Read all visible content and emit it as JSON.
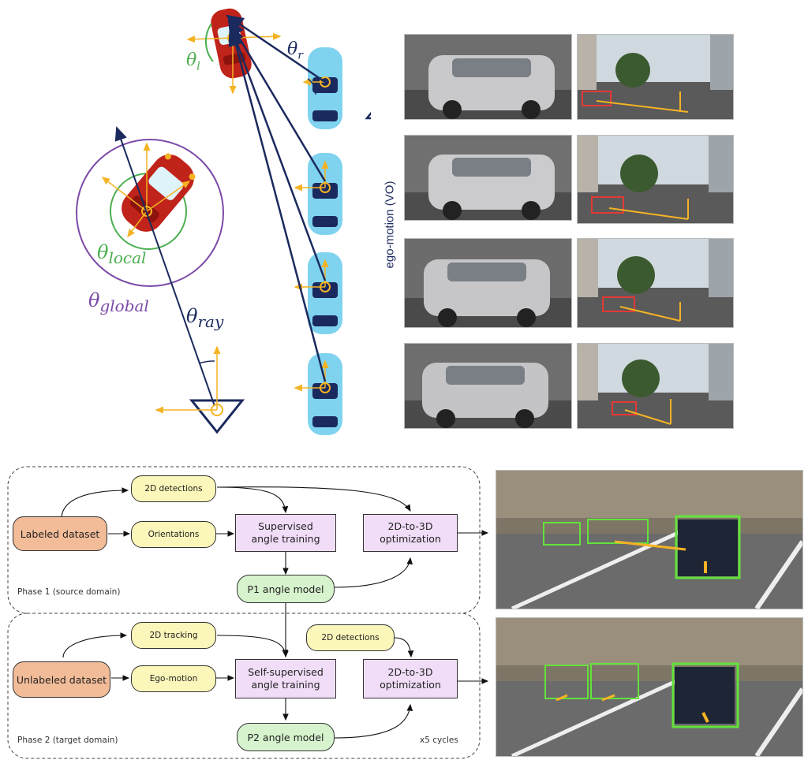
{
  "geometry": {
    "theta_l": {
      "base": "θ",
      "sub": "l"
    },
    "theta_r": {
      "base": "θ",
      "sub": "r"
    },
    "theta_local": {
      "base": "θ",
      "sub": "local"
    },
    "theta_global": {
      "base": "θ",
      "sub": "global"
    },
    "theta_ray": {
      "base": "θ",
      "sub": "ray"
    },
    "ego_motion_label": "ego-motion (VO)",
    "colors": {
      "navy": "#1b2a5e",
      "green": "#4caf50",
      "purple": "#7b4aa8",
      "orange": "#f5b323",
      "red_car": "#c0231a",
      "blue_car": "#7fd3ef"
    }
  },
  "pipeline": {
    "phase1": {
      "label": "Phase 1 (source domain)",
      "labeled_dataset": "Labeled dataset",
      "detections_2d": "2D detections",
      "orientations": "Orientations",
      "supervised_training": "Supervised\nangle training",
      "optimization": "2D-to-3D\noptimization",
      "model": "P1 angle model"
    },
    "phase2": {
      "label": "Phase 2 (target domain)",
      "unlabeled_dataset": "Unlabeled dataset",
      "tracking_2d": "2D tracking",
      "ego_motion": "Ego-motion",
      "self_supervised_training": "Self-supervised\nangle training",
      "detections_2d": "2D detections",
      "optimization": "2D-to-3D\noptimization",
      "model": "P2 angle model",
      "cycles": "x5 cycles"
    }
  }
}
